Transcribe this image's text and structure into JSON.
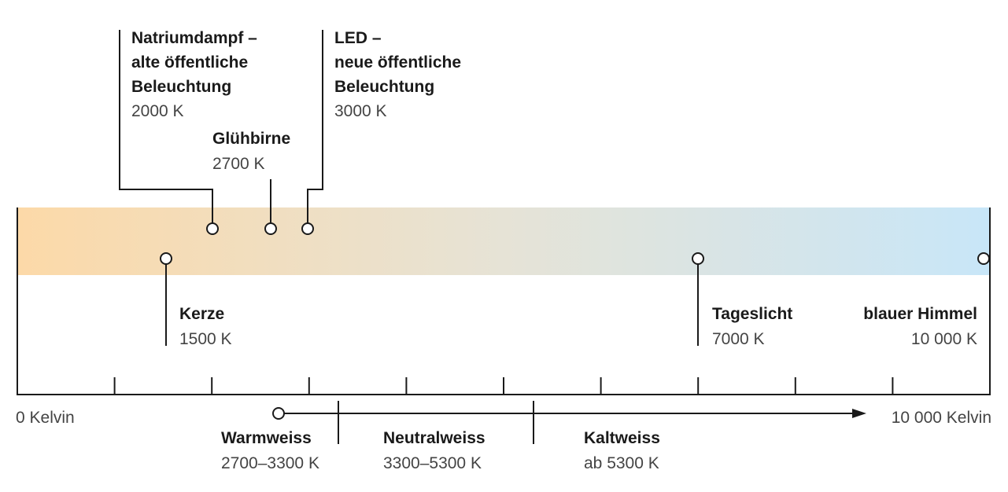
{
  "colors": {
    "warm": "#fcd9a8",
    "neutral": "#e6e3d6",
    "cold": "#c8e6f8",
    "line": "#1a1a1a"
  },
  "axis": {
    "min_label": "0 Kelvin",
    "max_label": "10 000 Kelvin",
    "min": 0,
    "max": 10000,
    "tick_step": 1000
  },
  "sources": [
    {
      "id": "natrium",
      "lines": [
        "Natriumdampf –",
        "alte öffentliche",
        "Beleuchtung"
      ],
      "value": "2000 K",
      "kelvin": 2000
    },
    {
      "id": "led",
      "lines": [
        "LED –",
        "neue öffentliche",
        "Beleuchtung"
      ],
      "value": "3000 K",
      "kelvin": 3000
    },
    {
      "id": "gluehbirne",
      "lines": [
        "Glühbirne"
      ],
      "value": "2700 K",
      "kelvin": 2700
    },
    {
      "id": "kerze",
      "lines": [
        "Kerze"
      ],
      "value": "1500 K",
      "kelvin": 1500
    },
    {
      "id": "tageslicht",
      "lines": [
        "Tageslicht"
      ],
      "value": "7000 K",
      "kelvin": 7000
    },
    {
      "id": "himmel",
      "lines": [
        "blauer Himmel"
      ],
      "value": "10 000 K",
      "kelvin": 10000
    }
  ],
  "ranges": [
    {
      "name": "Warmweiss",
      "value": "2700–3300 K"
    },
    {
      "name": "Neutralweiss",
      "value": "3300–5300 K"
    },
    {
      "name": "Kaltweiss",
      "value": "ab 5300 K"
    }
  ]
}
